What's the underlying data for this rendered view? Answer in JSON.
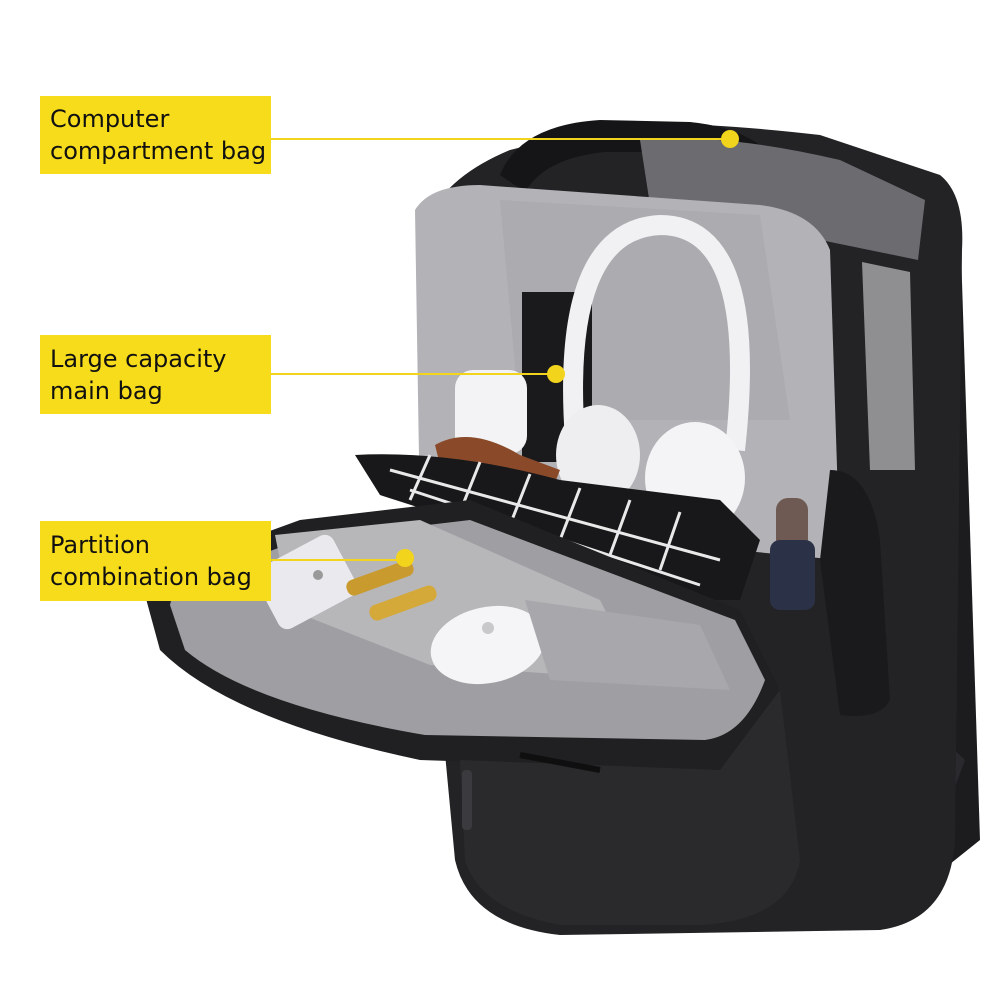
{
  "callouts": [
    {
      "line1": "Computer",
      "line2": "compartment bag"
    },
    {
      "line1": "Large capacity",
      "line2": "main bag"
    },
    {
      "line1": "Partition",
      "line2": "combination bag"
    }
  ],
  "colors": {
    "label_background": "#f7dc1b",
    "leader_line": "#f2d41c",
    "bag_body": "#232326",
    "lining": "#a9a9ac",
    "headphones": "#f1f1f3"
  },
  "icons": {
    "headphones": "headphones-icon",
    "smartphone": "smartphone-icon",
    "mouse": "mouse-icon"
  }
}
